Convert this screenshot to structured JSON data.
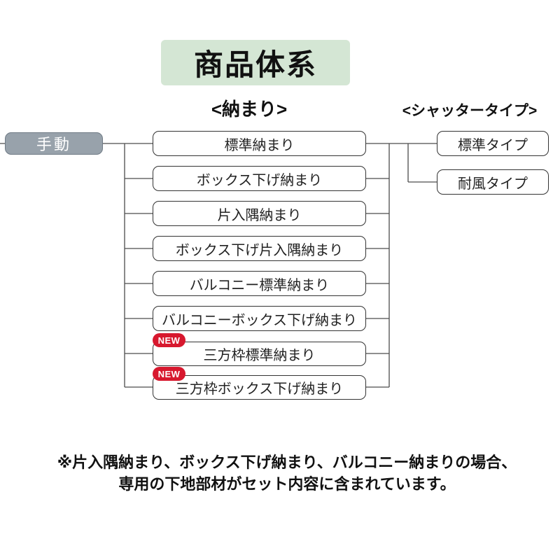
{
  "title": "商品体系",
  "columns": {
    "fitting_header": "<納まり>",
    "shutter_header": "<シャッタータイプ>"
  },
  "root": {
    "label": "手動"
  },
  "fittings": [
    {
      "label": "標準納まり",
      "new": false
    },
    {
      "label": "ボックス下げ納まり",
      "new": false
    },
    {
      "label": "片入隅納まり",
      "new": false
    },
    {
      "label": "ボックス下げ片入隅納まり",
      "new": false
    },
    {
      "label": "バルコニー標準納まり",
      "new": false
    },
    {
      "label": "バルコニーボックス下げ納まり",
      "new": false
    },
    {
      "label": "三方枠標準納まり",
      "new": true
    },
    {
      "label": "三方枠ボックス下げ納まり",
      "new": true
    }
  ],
  "shutter_types": [
    {
      "label": "標準タイプ"
    },
    {
      "label": "耐風タイプ"
    }
  ],
  "badge": {
    "label": "NEW"
  },
  "note": {
    "line1": "※片入隅納まり、ボックス下げ納まり、バルコニー納まりの場合、",
    "line2": "専用の下地部材がセット内容に含まれています。"
  },
  "colors": {
    "title_bg": "#d4e6d4",
    "root_bg": "#98a2ab",
    "badge_bg": "#d7182e",
    "box_border": "#333333",
    "line": "#4c4c4c"
  }
}
